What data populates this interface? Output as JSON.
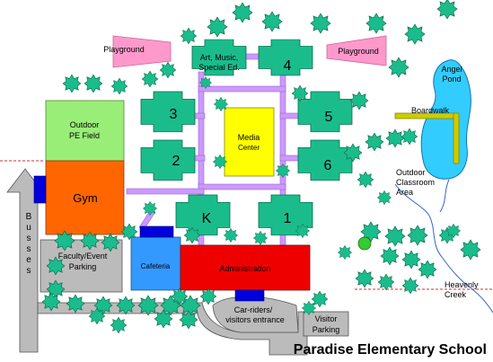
{
  "title": "Paradise Elementary School",
  "colors": {
    "building": "#1bbc8c",
    "building_stroke": "#0a6a4a",
    "walkway": "#cc99ff",
    "media": "#ffff00",
    "gym": "#ff6600",
    "admin": "#ee0000",
    "cafeteria": "#3399ff",
    "field": "#99ee77",
    "playground": "#ff99cc",
    "pond": "#33ccff",
    "parking": "#bbbbbb",
    "creek": "#3366cc",
    "tree": "#1bbc8c",
    "blue_block": "#0000dd",
    "boardwalk": "#cccc00",
    "boundary": "#cc3333"
  },
  "labels": {
    "playground_left": "Playground",
    "playground_right": "Playground",
    "art_music": [
      "Art, Music,",
      "Special Ed."
    ],
    "room4": "4",
    "room3": "3",
    "room5": "5",
    "room2": "2",
    "room6": "6",
    "roomK": "K",
    "room1": "1",
    "media_center": [
      "Media",
      "Center"
    ],
    "outdoor_pe": [
      "Outdoor",
      "PE Field"
    ],
    "gym": "Gym",
    "busses": [
      "B",
      "u",
      "s",
      "s",
      "e",
      "s"
    ],
    "faculty_parking": [
      "Faculty/Event",
      "Parking"
    ],
    "cafeteria": "Cafeteria",
    "administration": "Administration",
    "car_riders": [
      "Car-riders/",
      "visitors entrance"
    ],
    "visitor_parking": [
      "Visitor",
      "Parking"
    ],
    "angel_pond": [
      "Angel",
      "Pond"
    ],
    "boardwalk": "Boardwalk",
    "outdoor_classroom": [
      "Outdoor",
      "Classroom",
      "Area"
    ],
    "heavenly_creek": [
      "Heavenly",
      "Creek"
    ]
  }
}
